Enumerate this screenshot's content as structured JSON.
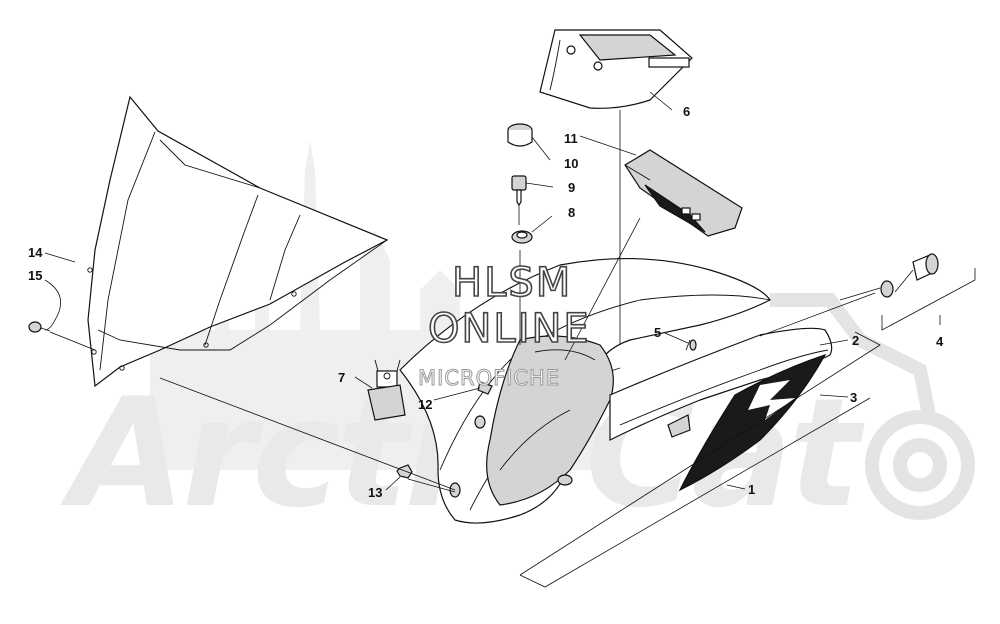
{
  "watermark": {
    "line1": "HLSM",
    "line2": "ONLINE",
    "line3": "MICROFICHE",
    "brand_text": "Arctic Cat"
  },
  "colors": {
    "ink": "#111111",
    "watermark_gray": "#e6e6e6",
    "accent_dark": "#1a1a1a"
  },
  "callouts": {
    "c1": "1",
    "c2": "2",
    "c3": "3",
    "c4": "4",
    "c5": "5",
    "c6": "6",
    "c7": "7",
    "c8": "8",
    "c9": "9",
    "c10": "10",
    "c11": "11",
    "c12": "12",
    "c13": "13",
    "c14": "14",
    "c15": "15"
  }
}
